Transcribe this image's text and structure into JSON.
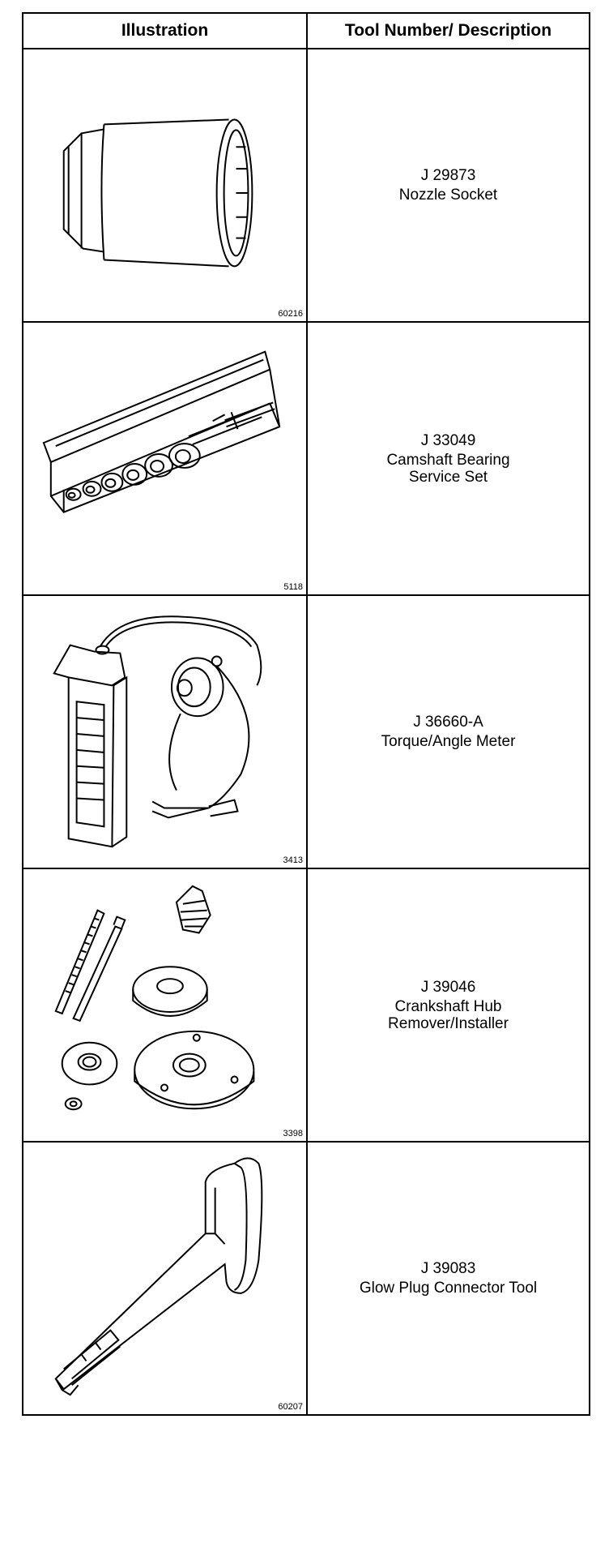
{
  "table": {
    "headers": {
      "illustration": "Illustration",
      "tool": "Tool Number/ Description"
    },
    "rows": [
      {
        "number": "J 29873",
        "description": "Nozzle Socket",
        "figure": "60216",
        "icon": "nozzle-socket-icon"
      },
      {
        "number": "J 33049",
        "description": "Camshaft Bearing\nService Set",
        "figure": "5118",
        "icon": "camshaft-bearing-set-icon"
      },
      {
        "number": "J 36660-A",
        "description": "Torque/Angle Meter",
        "figure": "3413",
        "icon": "torque-angle-meter-icon"
      },
      {
        "number": "J 39046",
        "description": "Crankshaft Hub\nRemover/Installer",
        "figure": "3398",
        "icon": "crankshaft-hub-tool-icon"
      },
      {
        "number": "J 39083",
        "description": "Glow Plug Connector Tool",
        "figure": "60207",
        "icon": "glow-plug-connector-tool-icon"
      }
    ]
  }
}
